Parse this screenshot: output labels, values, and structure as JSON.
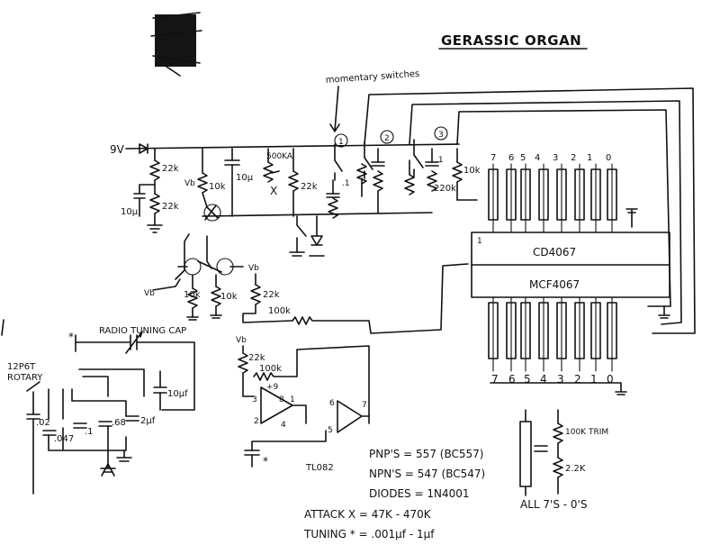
{
  "title": "GERASSIC ORGAN",
  "annotations": {
    "switches_note": "momentary switches",
    "radio_cap": "RADIO TUNING CAP",
    "rotary_line1": "12P6T",
    "rotary_line2": "ROTARY"
  },
  "supply": {
    "v9": "9V",
    "vb": "Vb"
  },
  "resistor_labels": {
    "r1": "22k",
    "r2": "22k",
    "r3": "10k",
    "r4": "10k",
    "r5": "10k",
    "r6": "22k",
    "r7": "22k",
    "r8": "100k",
    "r9": "22k",
    "r10": "100k",
    "r11": "220k",
    "r12": "10k",
    "pot": "500KA",
    "cap1": "10µ",
    "cap2": "10µ",
    "cap3": ".1",
    "cap4": ".1"
  },
  "switch_numbers": [
    "1",
    "2",
    "3"
  ],
  "chips": {
    "upper": "CD4067",
    "lower": "MCF4067"
  },
  "pin_numbers_top": [
    "7",
    "6",
    "5",
    "4",
    "3",
    "2",
    "1",
    "0"
  ],
  "pin_numbers_bottom": [
    "7",
    "6",
    "5",
    "4",
    "3",
    "2",
    "1",
    "0"
  ],
  "pin1_label": "1",
  "opamp": {
    "part": "TL082",
    "pins": [
      "3",
      "2",
      "1",
      "8",
      "4",
      "6",
      "7",
      "5"
    ],
    "plus9": "+9"
  },
  "rotary_caps": [
    ".02",
    ".047",
    ".1",
    ".68",
    "2µf",
    "10µf"
  ],
  "notes": [
    "PNP'S = 557 (BC557)",
    "NPN'S = 547 (BC547)",
    "DIODES = 1N4001",
    "ATTACK   X = 47K - 470K",
    "TUNING   * = .001µf - 1µf"
  ],
  "legend": {
    "trim": "100K TRIM",
    "fixed": "2.2K",
    "caption": "ALL 7'S - 0'S"
  },
  "symbols": {
    "x_marker": "X",
    "star": "*",
    "minus": "−",
    "plus": "+"
  }
}
